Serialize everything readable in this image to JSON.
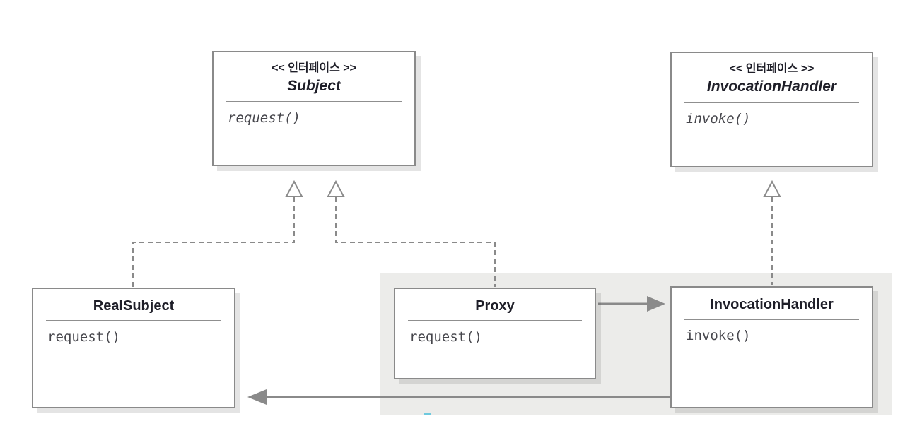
{
  "diagram_type": "uml-class-diagram",
  "colors": {
    "background": "#ffffff",
    "region_fill": "#ececea",
    "box_border": "#8a8a8a",
    "box_fill": "#ffffff",
    "connector": "#8a8a8a",
    "name_text": "#1e1e28",
    "method_text": "#46464c",
    "teal_fragment": "#6ec9de"
  },
  "nodes": [
    {
      "kind": "interface",
      "stereotype": "<< 인터페이스 >>",
      "name": "Subject",
      "methods": [
        "request()"
      ]
    },
    {
      "kind": "interface",
      "stereotype": "<< 인터페이스 >>",
      "name": "InvocationHandler",
      "methods": [
        "invoke()"
      ]
    },
    {
      "kind": "class",
      "name": "RealSubject",
      "methods": [
        "request()"
      ]
    },
    {
      "kind": "class",
      "name": "Proxy",
      "methods": [
        "request()"
      ]
    },
    {
      "kind": "class",
      "name": "InvocationHandler",
      "methods": [
        "invoke()"
      ]
    }
  ],
  "relationships": [
    {
      "type": "realization",
      "from": "RealSubject",
      "to": "Subject",
      "line": "dashed",
      "head": "hollow-triangle"
    },
    {
      "type": "realization",
      "from": "Proxy",
      "to": "Subject",
      "line": "dashed",
      "head": "hollow-triangle"
    },
    {
      "type": "realization",
      "from": "InvocationHandler (class)",
      "to": "InvocationHandler (interface)",
      "line": "dashed",
      "head": "hollow-triangle"
    },
    {
      "type": "association",
      "from": "Proxy",
      "to": "InvocationHandler (class)",
      "line": "solid",
      "head": "filled-arrow"
    },
    {
      "type": "association",
      "from": "InvocationHandler (class)",
      "to": "RealSubject",
      "line": "solid",
      "head": "filled-arrow"
    }
  ]
}
